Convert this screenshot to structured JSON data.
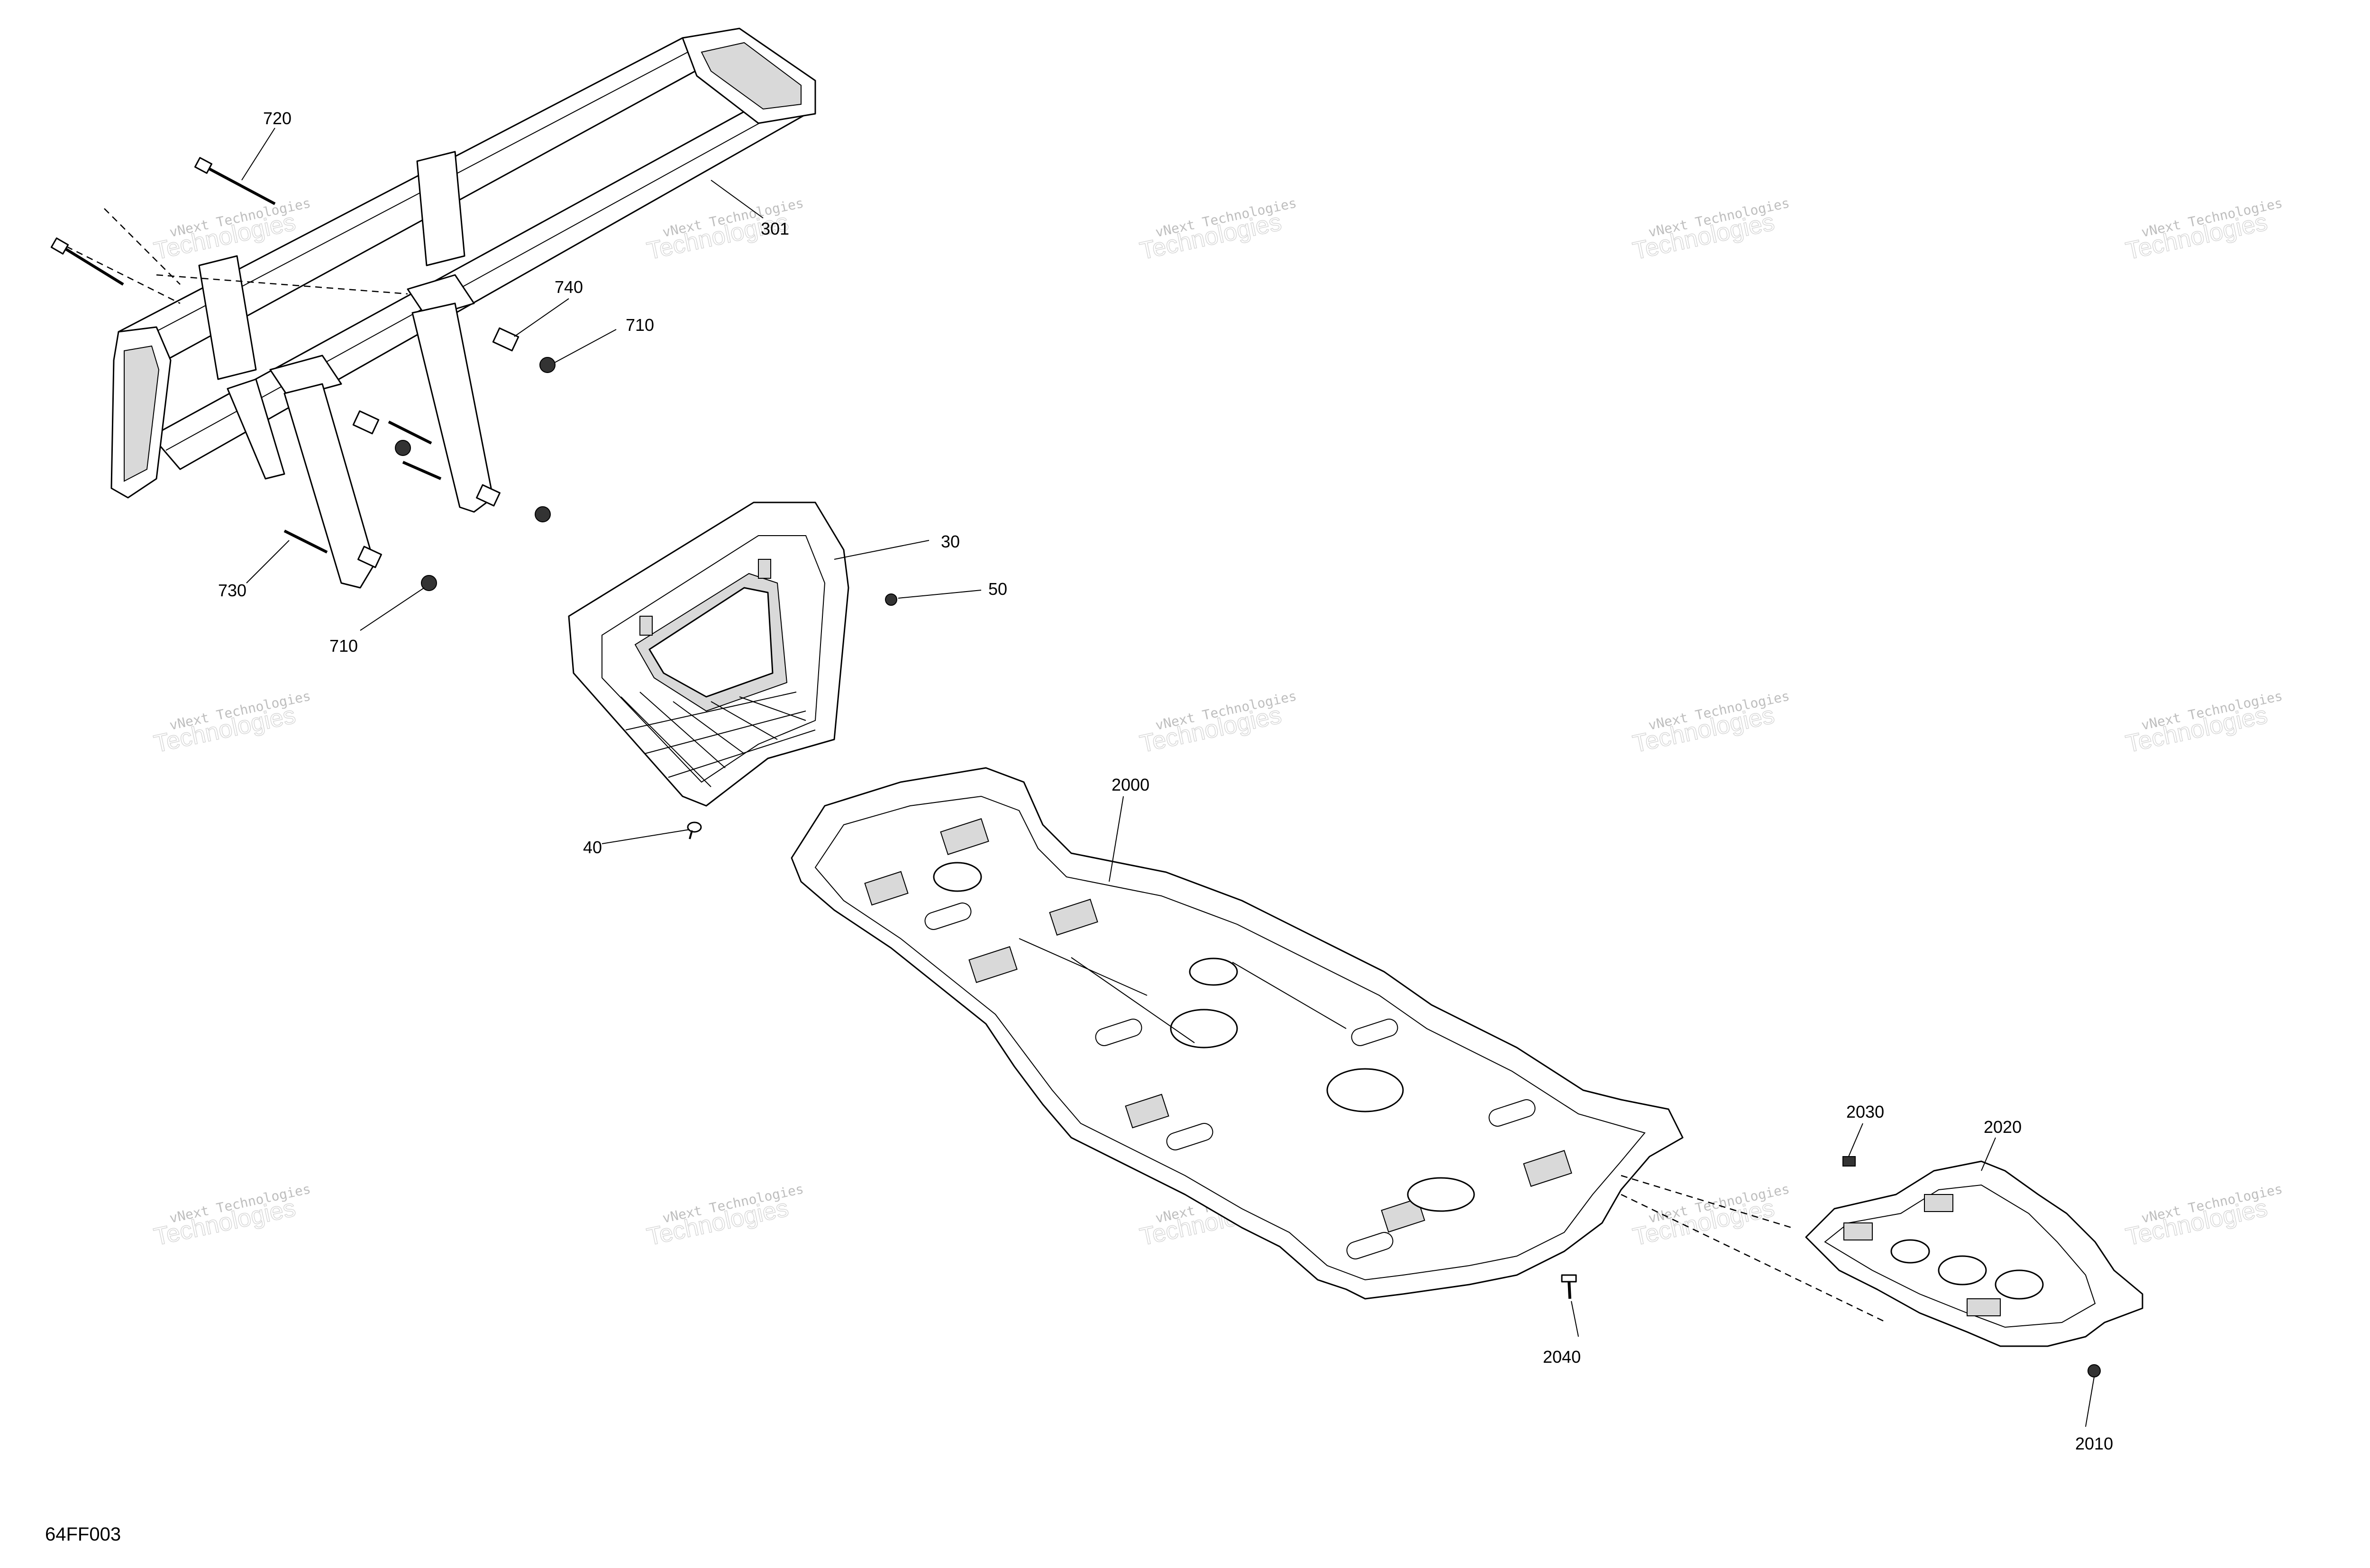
{
  "diagram_code": "64FF003",
  "watermark": {
    "line1": "vNext Technologies",
    "line2": "Technologies"
  },
  "callouts": [
    {
      "id": "720",
      "text": "720"
    },
    {
      "id": "301",
      "text": "301"
    },
    {
      "id": "740",
      "text": "740"
    },
    {
      "id": "710a",
      "text": "710"
    },
    {
      "id": "730",
      "text": "730"
    },
    {
      "id": "710b",
      "text": "710"
    },
    {
      "id": "30",
      "text": "30"
    },
    {
      "id": "50",
      "text": "50"
    },
    {
      "id": "40",
      "text": "40"
    },
    {
      "id": "2000",
      "text": "2000"
    },
    {
      "id": "2030",
      "text": "2030"
    },
    {
      "id": "2020",
      "text": "2020"
    },
    {
      "id": "2040",
      "text": "2040"
    },
    {
      "id": "2010",
      "text": "2010"
    }
  ]
}
